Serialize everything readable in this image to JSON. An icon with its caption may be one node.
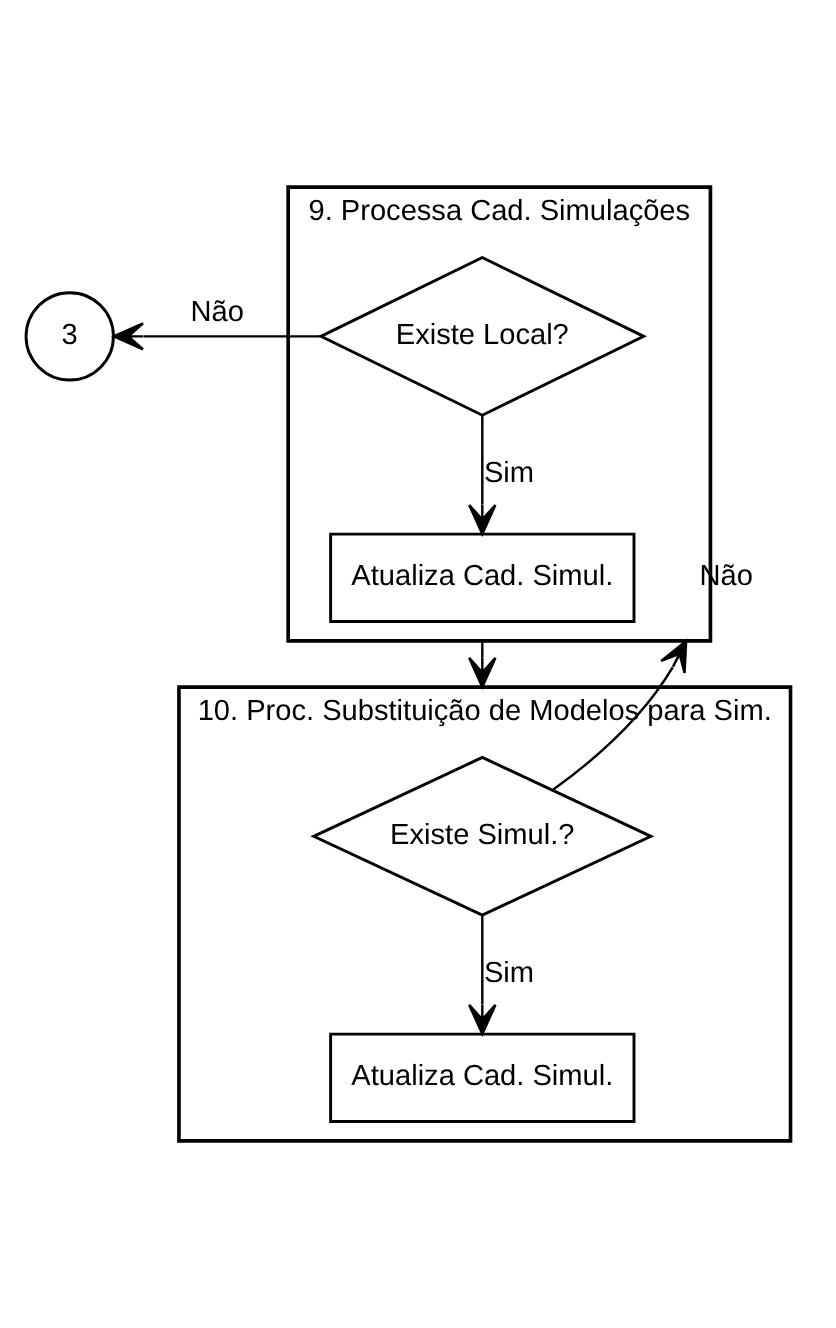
{
  "diagram": {
    "nodes": [
      {
        "text": [
          "9. Processa Cad. Simulações"
        ]
      },
      {
        "text": [
          "Existe Local?"
        ],
        "in": 0
      },
      {
        "text": [
          "Atualiza Cad. Simul."
        ],
        "in": 0
      },
      {
        "text": [
          "3"
        ]
      },
      {
        "text": [
          "10. Proc. Substituição de Modelos para Sim."
        ]
      },
      {
        "text": [
          "Existe Simul.?"
        ],
        "in": 4
      },
      {
        "text": [
          "Atualiza Cad. Simul."
        ],
        "in": 4
      }
    ],
    "edges": [
      {
        "from": 1,
        "to": 3,
        "arrow": "to",
        "label": "Não"
      },
      {
        "from": 1,
        "to": 2,
        "arrow": "to",
        "label": "Sim"
      },
      {
        "from": 0,
        "to": 4,
        "arrow": "to"
      },
      {
        "from": 5,
        "to": 0,
        "arrow": "to",
        "label": "Não"
      },
      {
        "from": 5,
        "to": 6,
        "arrow": "to",
        "label": "Sim"
      }
    ]
  }
}
